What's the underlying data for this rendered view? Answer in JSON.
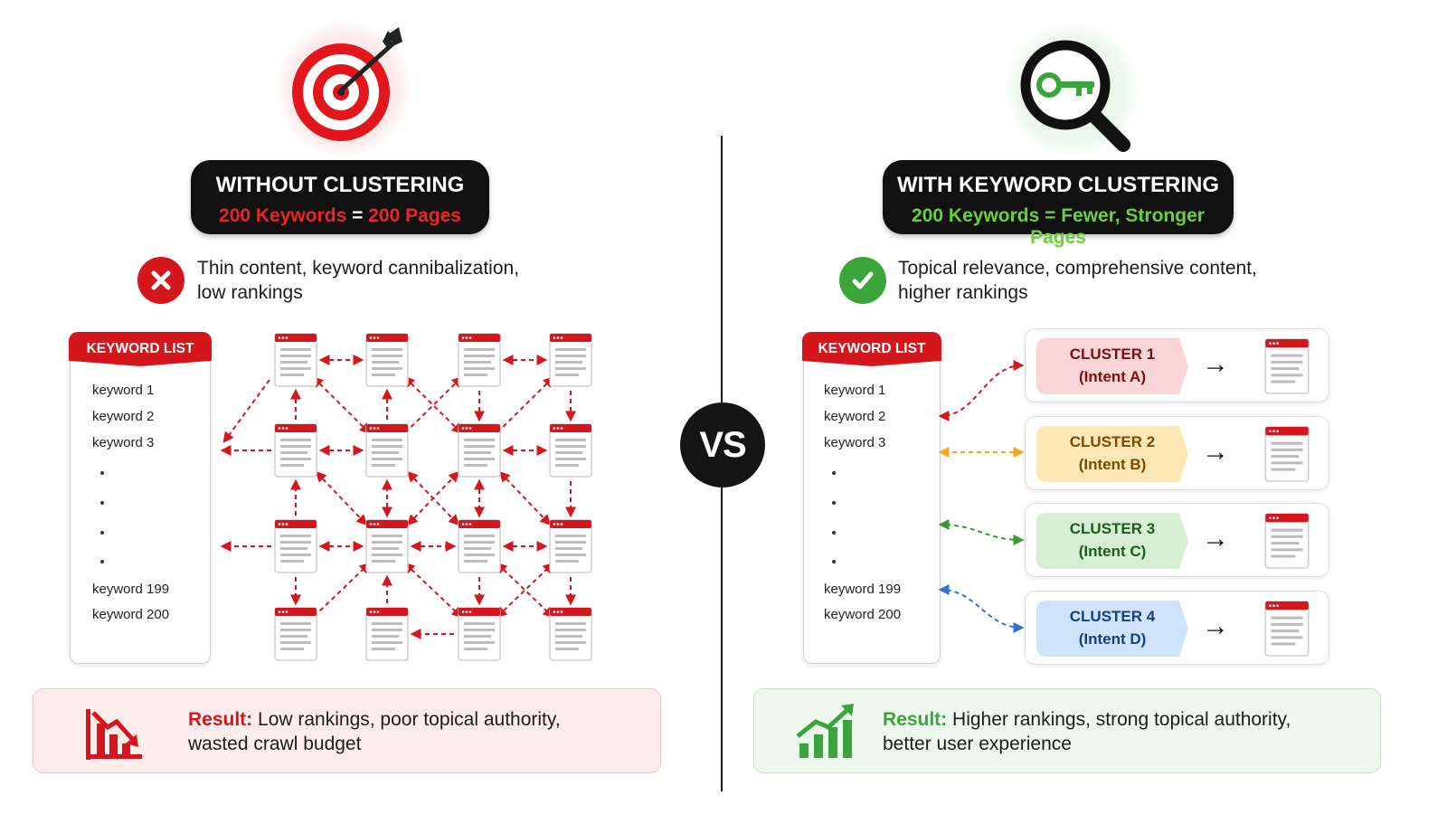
{
  "left": {
    "pill_title": "WITHOUT CLUSTERING",
    "pill_sub": {
      "a": "200 Keywords",
      "eq": "=",
      "b": "200 Pages"
    },
    "note_line1": "Thin content, keyword cannibalization,",
    "note_line2": "low rankings",
    "keyword_list": {
      "header": "KEYWORD LIST",
      "items": [
        "keyword 1",
        "keyword 2",
        "keyword 3",
        "keyword 199",
        "keyword 200"
      ]
    },
    "result_label": "Result:",
    "result_line1": "Low rankings, poor topical authority,",
    "result_line2": "wasted crawl budget"
  },
  "right": {
    "pill_title": "WITH KEYWORD CLUSTERING",
    "pill_sub": "200 Keywords = Fewer, Stronger Pages",
    "note_line1": "Topical relevance, comprehensive content,",
    "note_line2": "higher rankings",
    "keyword_list": {
      "header": "KEYWORD LIST",
      "items": [
        "keyword 1",
        "keyword 2",
        "keyword 3",
        "keyword 199",
        "keyword 200"
      ]
    },
    "clusters": [
      {
        "name": "CLUSTER 1",
        "intent": "(Intent A)",
        "color": "#f8d5d7",
        "arrow": "#d4171c"
      },
      {
        "name": "CLUSTER 2",
        "intent": "(Intent B)",
        "color": "#fde7b4",
        "arrow": "#f2a81f"
      },
      {
        "name": "CLUSTER 3",
        "intent": "(Intent C)",
        "color": "#d6efd3",
        "arrow": "#3a9a35"
      },
      {
        "name": "CLUSTER 4",
        "intent": "(Intent D)",
        "color": "#cfe3fa",
        "arrow": "#2f6fd6"
      }
    ],
    "result_label": "Result:",
    "result_line1": "Higher rankings, strong topical authority,",
    "result_line2": "better user experience"
  },
  "vs": "VS",
  "icons": [
    "target-icon",
    "key-magnifier-icon",
    "x-icon",
    "check-icon",
    "trend-down-icon",
    "trend-up-icon",
    "page-icon"
  ],
  "colors": {
    "red": "#d4171c",
    "green": "#3aa53a",
    "dark": "#111111"
  }
}
